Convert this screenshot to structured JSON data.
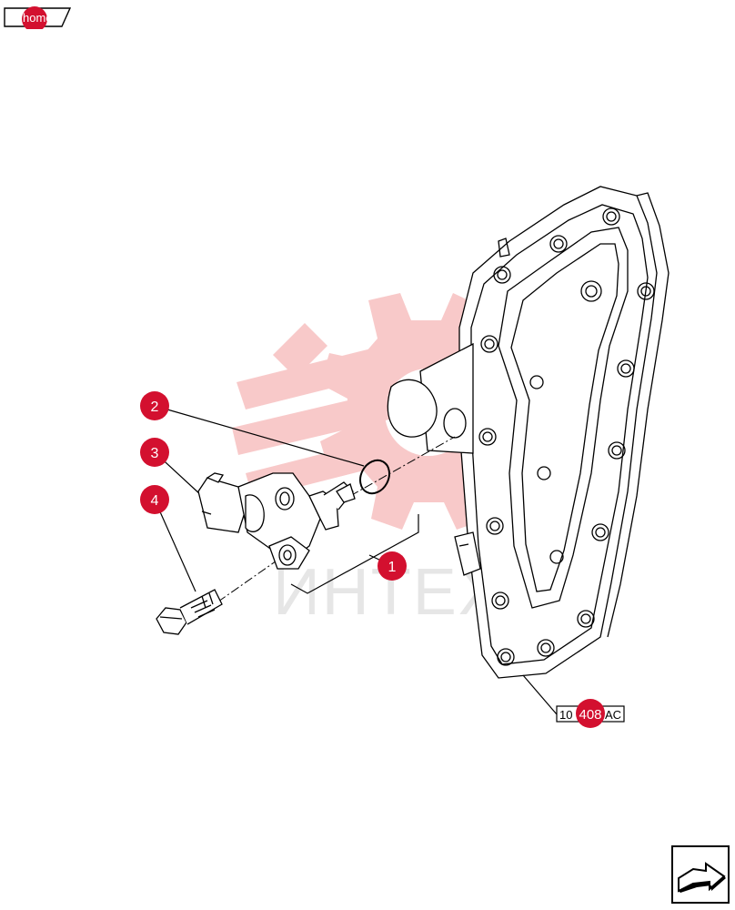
{
  "nav": {
    "home_label": "home",
    "next_icon": "next-page-arrow-icon"
  },
  "diagram": {
    "watermark_text": "ИНТЕХ",
    "callouts": [
      {
        "id": "1",
        "label": "1"
      },
      {
        "id": "2",
        "label": "2"
      },
      {
        "id": "3",
        "label": "3"
      },
      {
        "id": "4",
        "label": "4"
      }
    ],
    "reference": {
      "prefix": "10",
      "badge": "408",
      "suffix": "AC"
    }
  },
  "colors": {
    "callout_red": "#d3102f",
    "watermark_red": "#f6b8b8",
    "line": "#000000"
  }
}
